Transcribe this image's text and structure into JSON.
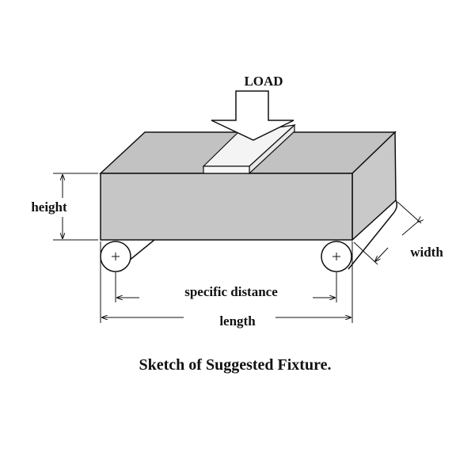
{
  "labels": {
    "load": "LOAD",
    "height": "height",
    "width": "width",
    "specific_distance": "specific distance",
    "length": "length"
  },
  "caption": "Sketch of Suggested Fixture.",
  "colors": {
    "block": "#c6c6c6",
    "line": "#111111",
    "pad": "#f4f4f4"
  }
}
